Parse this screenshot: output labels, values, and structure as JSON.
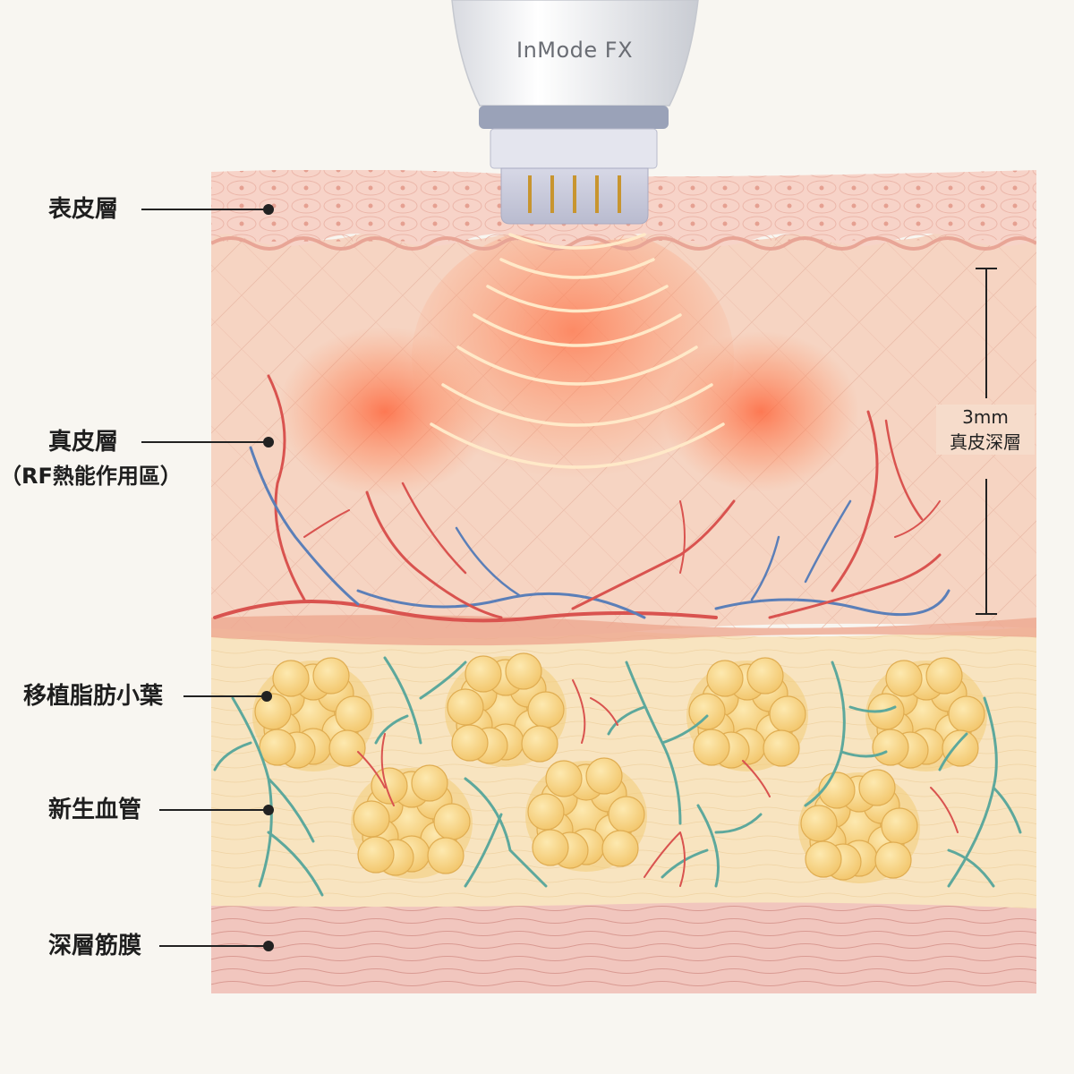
{
  "device": {
    "name": "InMode FX"
  },
  "layers": {
    "epidermis": "表皮層",
    "dermis": "真皮層",
    "dermis_note": "（RF熱能作用區）",
    "fat": "移植脂肪小葉",
    "vessels": "新生血管",
    "fascia": "深層筋膜"
  },
  "measurement": {
    "value": "3mm",
    "label": "真皮深層"
  },
  "colors": {
    "background": "#f8f6f1",
    "epidermis": "#f6cfc4",
    "dermis": "#f6d6c6",
    "fat_layer": "#f8e3bd",
    "fat_lobule": "#f6d387",
    "fascia": "#f1c3bb",
    "artery": "#d9534f",
    "vein": "#5b7fb8",
    "new_vessel": "#5da89c",
    "rf_heat": "#ff6a3d"
  }
}
